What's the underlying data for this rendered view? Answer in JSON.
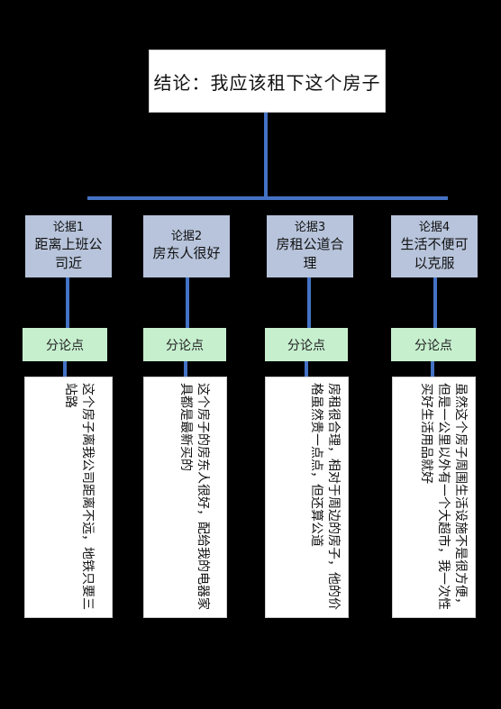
{
  "conclusion": {
    "text": "结论：我应该租下这个房子"
  },
  "colors": {
    "connector": "#4472c4",
    "argument_box": "#b7c4db",
    "subpoint_box": "#c6efce",
    "detail_box": "#ffffff",
    "background": "#000000"
  },
  "arguments": [
    {
      "number": "论据1",
      "title": "距离上班公司近",
      "subpoint": "分论点",
      "detail": "这个房子离我公司距离不远，地铁只要三站路"
    },
    {
      "number": "论据2",
      "title": "房东人很好",
      "subpoint": "分论点",
      "detail": "这个房子的房东人很好，配给我的电器家具都是最新买的"
    },
    {
      "number": "论据3",
      "title": "房租公道合理",
      "subpoint": "分论点",
      "detail": "房租很合理，相对于周边的房子，他的价格虽然贵一点点，但还算公道"
    },
    {
      "number": "论据4",
      "title": "生活不便可以克服",
      "subpoint": "分论点",
      "detail": "虽然这个房子周围生活设施不是很方便，但是一公里以外有一个大超市，我一次性买好生活用品就好"
    }
  ]
}
